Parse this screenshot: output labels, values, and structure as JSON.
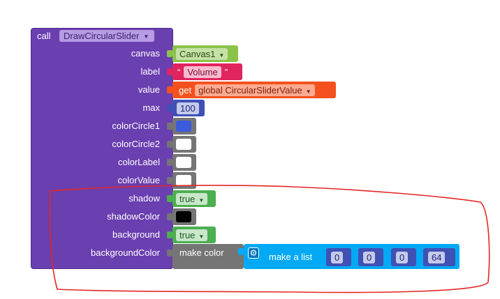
{
  "procedure": {
    "call_label": "call",
    "name": "DrawCircularSlider"
  },
  "params": [
    {
      "label": "canvas"
    },
    {
      "label": "label"
    },
    {
      "label": "value"
    },
    {
      "label": "max"
    },
    {
      "label": "colorCircle1"
    },
    {
      "label": "colorCircle2"
    },
    {
      "label": "colorLabel"
    },
    {
      "label": "colorValue"
    },
    {
      "label": "shadow"
    },
    {
      "label": "shadowColor"
    },
    {
      "label": "background"
    },
    {
      "label": "backgroundColor"
    }
  ],
  "values": {
    "canvas": "Canvas1",
    "label_open_quote": "“",
    "label_text": "Volume",
    "label_close_quote": "”",
    "value_get": "get",
    "value_var": "global CircularSliderValue",
    "max": "100",
    "shadow": "true",
    "background": "true",
    "make_color": "make color",
    "make_list": "make a list",
    "list_items": [
      "0",
      "0",
      "0",
      "64"
    ]
  },
  "colors": {
    "procedure": "#6a3fb0",
    "component": "#8bc34a",
    "text": "#e0245e",
    "variable": "#f4511e",
    "math": "#3f51b5",
    "color": "#757575",
    "logic": "#4caf50",
    "list": "#03a9f4",
    "colorCircle1": "#3b5bdb",
    "colorCircle2": "#ffffff",
    "colorLabel": "#ffffff",
    "colorValue": "#ffffff",
    "shadowColor": "#000000",
    "annotation": "#e32626"
  },
  "icons": {
    "dropdown": "triangle-down",
    "mutator": "gear-icon"
  }
}
